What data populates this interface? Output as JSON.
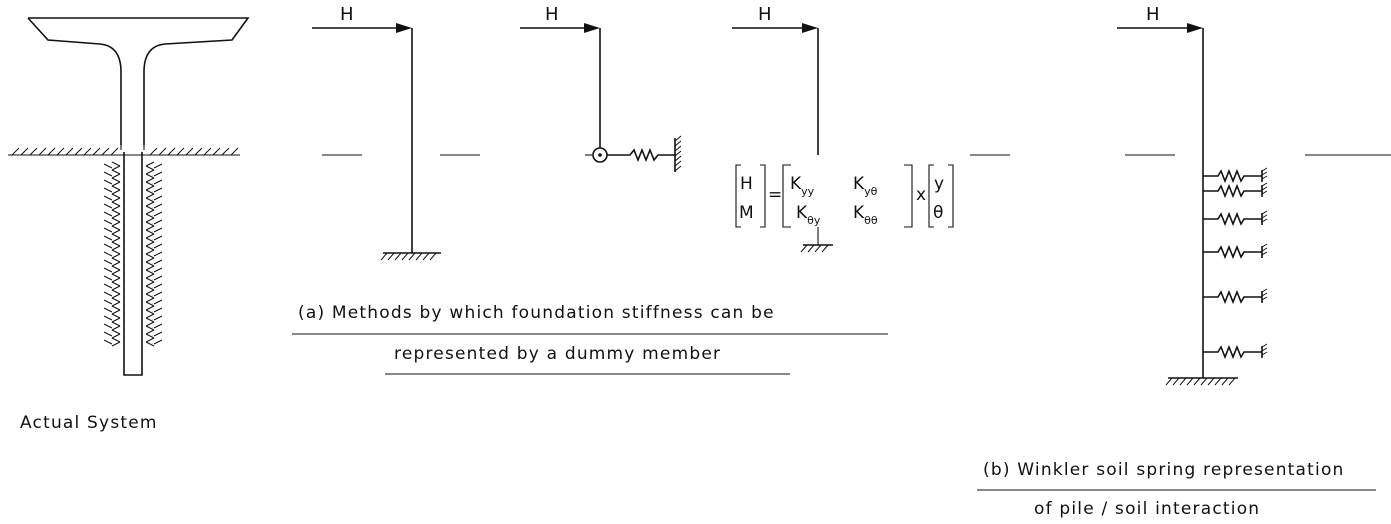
{
  "force_label": "H",
  "actual_system": {
    "caption": "Actual System"
  },
  "panel_a": {
    "caption_line1": "(a)  Methods by which foundation stiffness can be",
    "caption_line2": "represented by a dummy member",
    "matrix": {
      "lhs": [
        "H",
        "M"
      ],
      "equals": "=",
      "k": {
        "letter": "K",
        "subscripts": [
          [
            "yy",
            "yθ"
          ],
          [
            "θy",
            "θθ"
          ]
        ]
      },
      "times": "x",
      "rhs": [
        "y",
        "θ"
      ]
    }
  },
  "panel_b": {
    "caption_line1": "(b)  Winkler soil spring representation",
    "caption_line2": "of pile / soil interaction"
  },
  "icons": [
    "soil-hatch-icon",
    "fixed-support-icon",
    "spring-icon",
    "rotational-spring-icon",
    "force-arrow-icon"
  ]
}
